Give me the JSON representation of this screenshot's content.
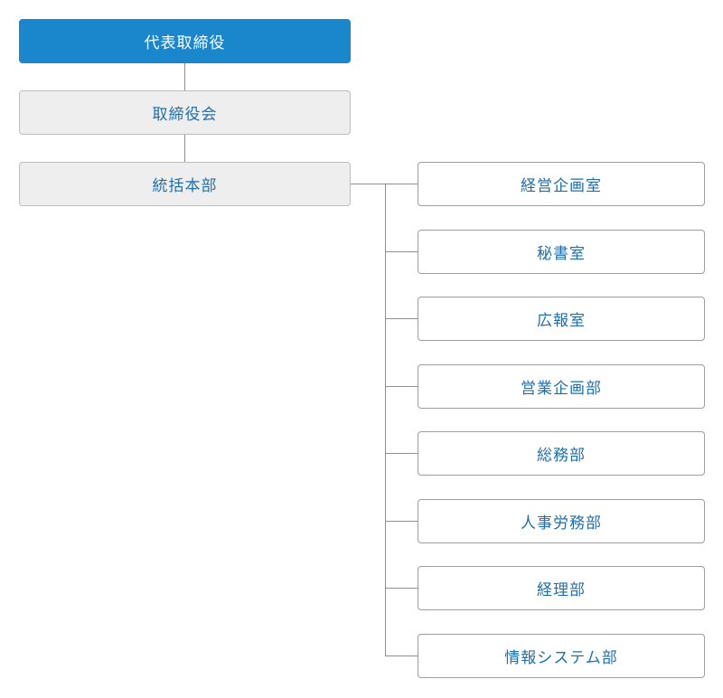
{
  "chart": {
    "root": "代表取締役",
    "board": "取締役会",
    "headquarters": "統括本部",
    "departments": [
      "経営企画室",
      "秘書室",
      "広報室",
      "営業企画部",
      "総務部",
      "人事労務部",
      "経理部",
      "情報システム部"
    ]
  },
  "colors": {
    "primary": "#1a87cd",
    "text": "#1e6fae",
    "grey_fill": "#eeeeee",
    "line": "#8f8f8f"
  }
}
